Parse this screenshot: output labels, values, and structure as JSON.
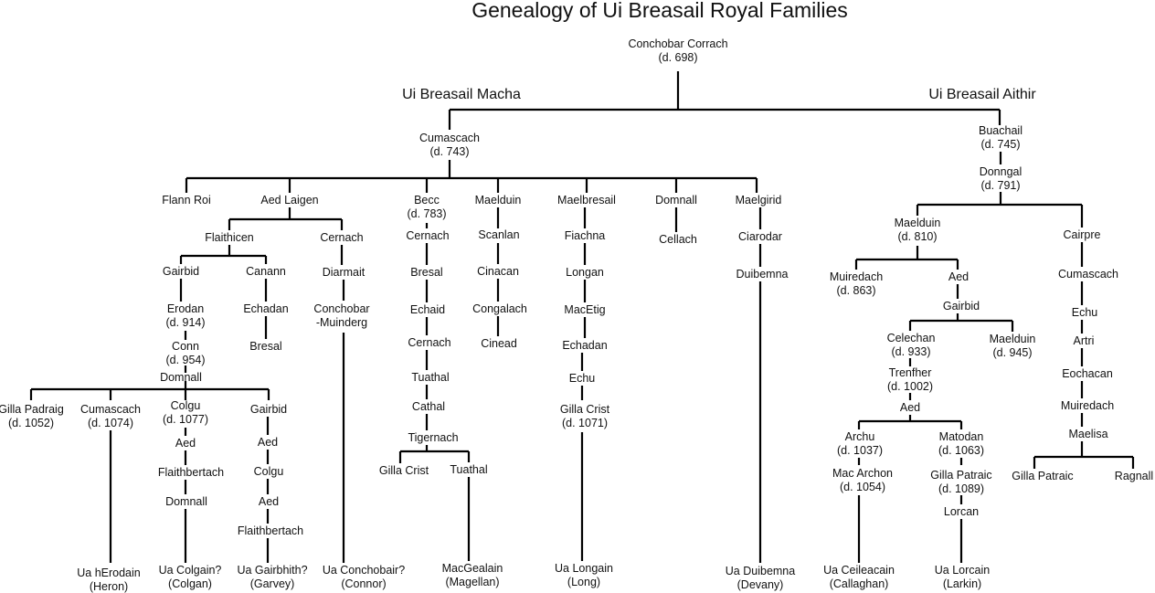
{
  "title": "Genealogy of Ui Breasail Royal Families",
  "branches": {
    "macha": "Ui Breasail Macha",
    "aithir": "Ui Breasail Aithir"
  },
  "people": {
    "conchobar_corrach": [
      "Conchobar Corrach",
      "(d. 698)"
    ],
    "cumascach_743": [
      "Cumascach",
      "(d. 743)"
    ],
    "flann_roi": [
      "Flann Roi"
    ],
    "aed_laigen": [
      "Aed Laigen"
    ],
    "becc": [
      "Becc",
      "(d. 783)"
    ],
    "maelduin_m": [
      "Maelduin"
    ],
    "maelbresail": [
      "Maelbresail"
    ],
    "domnall_m": [
      "Domnall"
    ],
    "maelgirid": [
      "Maelgirid"
    ],
    "flaithicen": [
      "Flaithicen"
    ],
    "cernach_a": [
      "Cernach"
    ],
    "gairbid_a": [
      "Gairbid"
    ],
    "canann": [
      "Canann"
    ],
    "erodan": [
      "Erodan",
      "(d. 914)"
    ],
    "echadan_a": [
      "Echadan"
    ],
    "bresal_a": [
      "Bresal"
    ],
    "conn": [
      "Conn",
      "(d. 954)"
    ],
    "domnall_b": [
      "Domnall"
    ],
    "gilla_padraig": [
      "Gilla Padraig",
      "(d. 1052)"
    ],
    "cumascach_1074": [
      "Cumascach",
      "(d. 1074)"
    ],
    "colgu_1077": [
      "Colgu",
      "(d. 1077)"
    ],
    "gairbid_b": [
      "Gairbid"
    ],
    "aed_c1": [
      "Aed"
    ],
    "flaithbertach_c": [
      "Flaithbertach"
    ],
    "domnall_c": [
      "Domnall"
    ],
    "aed_g1": [
      "Aed"
    ],
    "colgu_g": [
      "Colgu"
    ],
    "aed_g2": [
      "Aed"
    ],
    "flaithbertach_g": [
      "Flaithbertach"
    ],
    "diarmait": [
      "Diarmait"
    ],
    "conchobar_muinderg": [
      "Conchobar",
      "-Muinderg"
    ],
    "cernach_b1": [
      "Cernach"
    ],
    "bresal_b": [
      "Bresal"
    ],
    "echaid": [
      "Echaid"
    ],
    "cernach_b2": [
      "Cernach"
    ],
    "tuathal_b1": [
      "Tuathal"
    ],
    "cathal": [
      "Cathal"
    ],
    "tigernach": [
      "Tigernach"
    ],
    "gilla_crist_t": [
      "Gilla Crist"
    ],
    "tuathal_b2": [
      "Tuathal"
    ],
    "scanlan": [
      "Scanlan"
    ],
    "cinacan": [
      "Cinacan"
    ],
    "congalach": [
      "Congalach"
    ],
    "cinead": [
      "Cinead"
    ],
    "fiachna": [
      "Fiachna"
    ],
    "longan": [
      "Longan"
    ],
    "macetig": [
      "MacEtig"
    ],
    "echadan_mb": [
      "Echadan"
    ],
    "echu_mb": [
      "Echu"
    ],
    "gilla_crist_1071": [
      "Gilla Crist",
      "(d. 1071)"
    ],
    "cellach": [
      "Cellach"
    ],
    "ciarodar": [
      "Ciarodar"
    ],
    "duibemna": [
      "Duibemna"
    ],
    "ua_herodain": [
      "Ua hErodain",
      "(Heron)"
    ],
    "ua_colgain": [
      "Ua Colgain?",
      "(Colgan)"
    ],
    "ua_gairbhith": [
      "Ua Gairbhith?",
      "(Garvey)"
    ],
    "ua_conchobair": [
      "Ua Conchobair?",
      "(Connor)"
    ],
    "macgealain": [
      "MacGealain",
      "(Magellan)"
    ],
    "ua_longain": [
      "Ua Longain",
      "(Long)"
    ],
    "ua_duibemna": [
      "Ua Duibemna",
      "(Devany)"
    ],
    "buachail": [
      "Buachail",
      "(d. 745)"
    ],
    "donngal": [
      "Donngal",
      "(d. 791)"
    ],
    "maelduin_810": [
      "Maelduin",
      "(d. 810)"
    ],
    "cairpre": [
      "Cairpre"
    ],
    "muiredach_863": [
      "Muiredach",
      "(d. 863)"
    ],
    "aed_ma": [
      "Aed"
    ],
    "gairbid_ma": [
      "Gairbid"
    ],
    "celechan": [
      "Celechan",
      "(d. 933)"
    ],
    "maelduin_945": [
      "Maelduin",
      "(d. 945)"
    ],
    "trenfher": [
      "Trenfher",
      "(d. 1002)"
    ],
    "aed_t": [
      "Aed"
    ],
    "archu": [
      "Archu",
      "(d. 1037)"
    ],
    "matodan": [
      "Matodan",
      "(d. 1063)"
    ],
    "mac_archon": [
      "Mac Archon",
      "(d. 1054)"
    ],
    "gilla_patraic_1089": [
      "Gilla Patraic",
      "(d. 1089)"
    ],
    "lorcan": [
      "Lorcan"
    ],
    "ua_ceileacain": [
      "Ua Ceileacain",
      "(Callaghan)"
    ],
    "ua_lorcain": [
      "Ua Lorcain",
      "(Larkin)"
    ],
    "cumascach_c": [
      "Cumascach"
    ],
    "echu_c": [
      "Echu"
    ],
    "artri": [
      "Artri"
    ],
    "eochacan": [
      "Eochacan"
    ],
    "muiredach_c": [
      "Muiredach"
    ],
    "maelisa": [
      "Maelisa"
    ],
    "gilla_patraic_c": [
      "Gilla Patraic"
    ],
    "ragnall": [
      "Ragnall"
    ]
  }
}
